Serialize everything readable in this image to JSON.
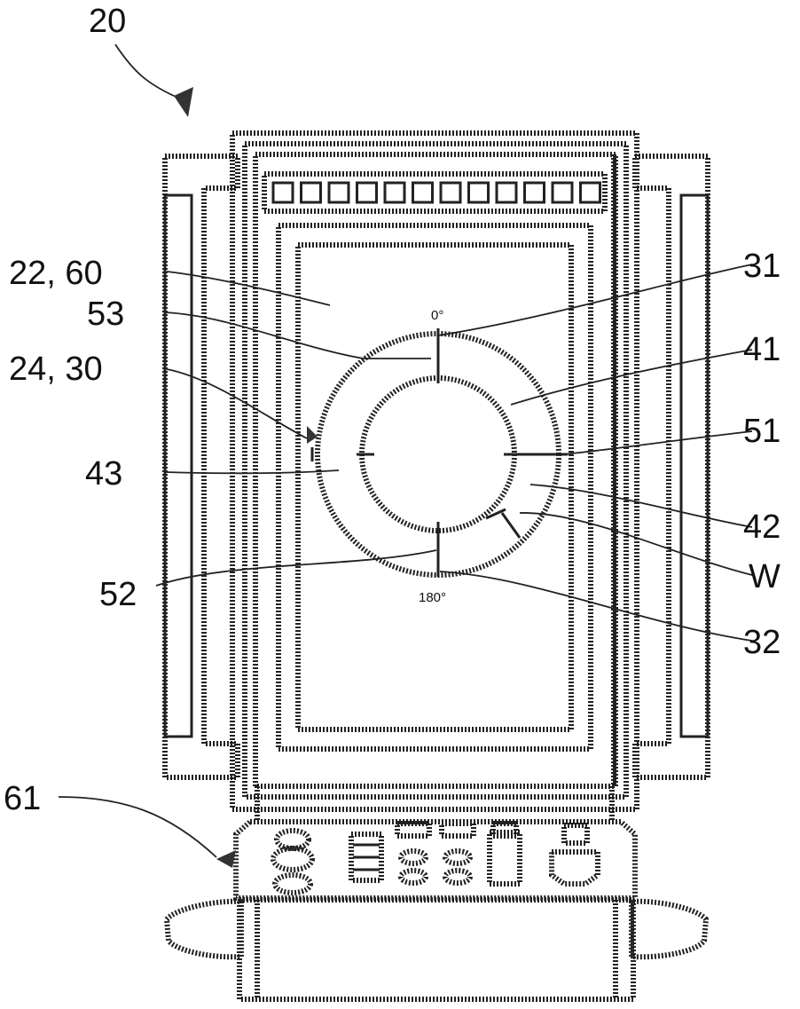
{
  "figure": {
    "ref_main": "20",
    "ticks": {
      "top": "0°",
      "bottom": "180°"
    },
    "labels": {
      "l22_60": "22, 60",
      "l53": "53",
      "l24_30": "24, 30",
      "l43": "43",
      "l52": "52",
      "l61": "61",
      "l31": "31",
      "l41": "41",
      "l51": "51",
      "l42": "42",
      "lW": "W",
      "l32": "32"
    }
  }
}
